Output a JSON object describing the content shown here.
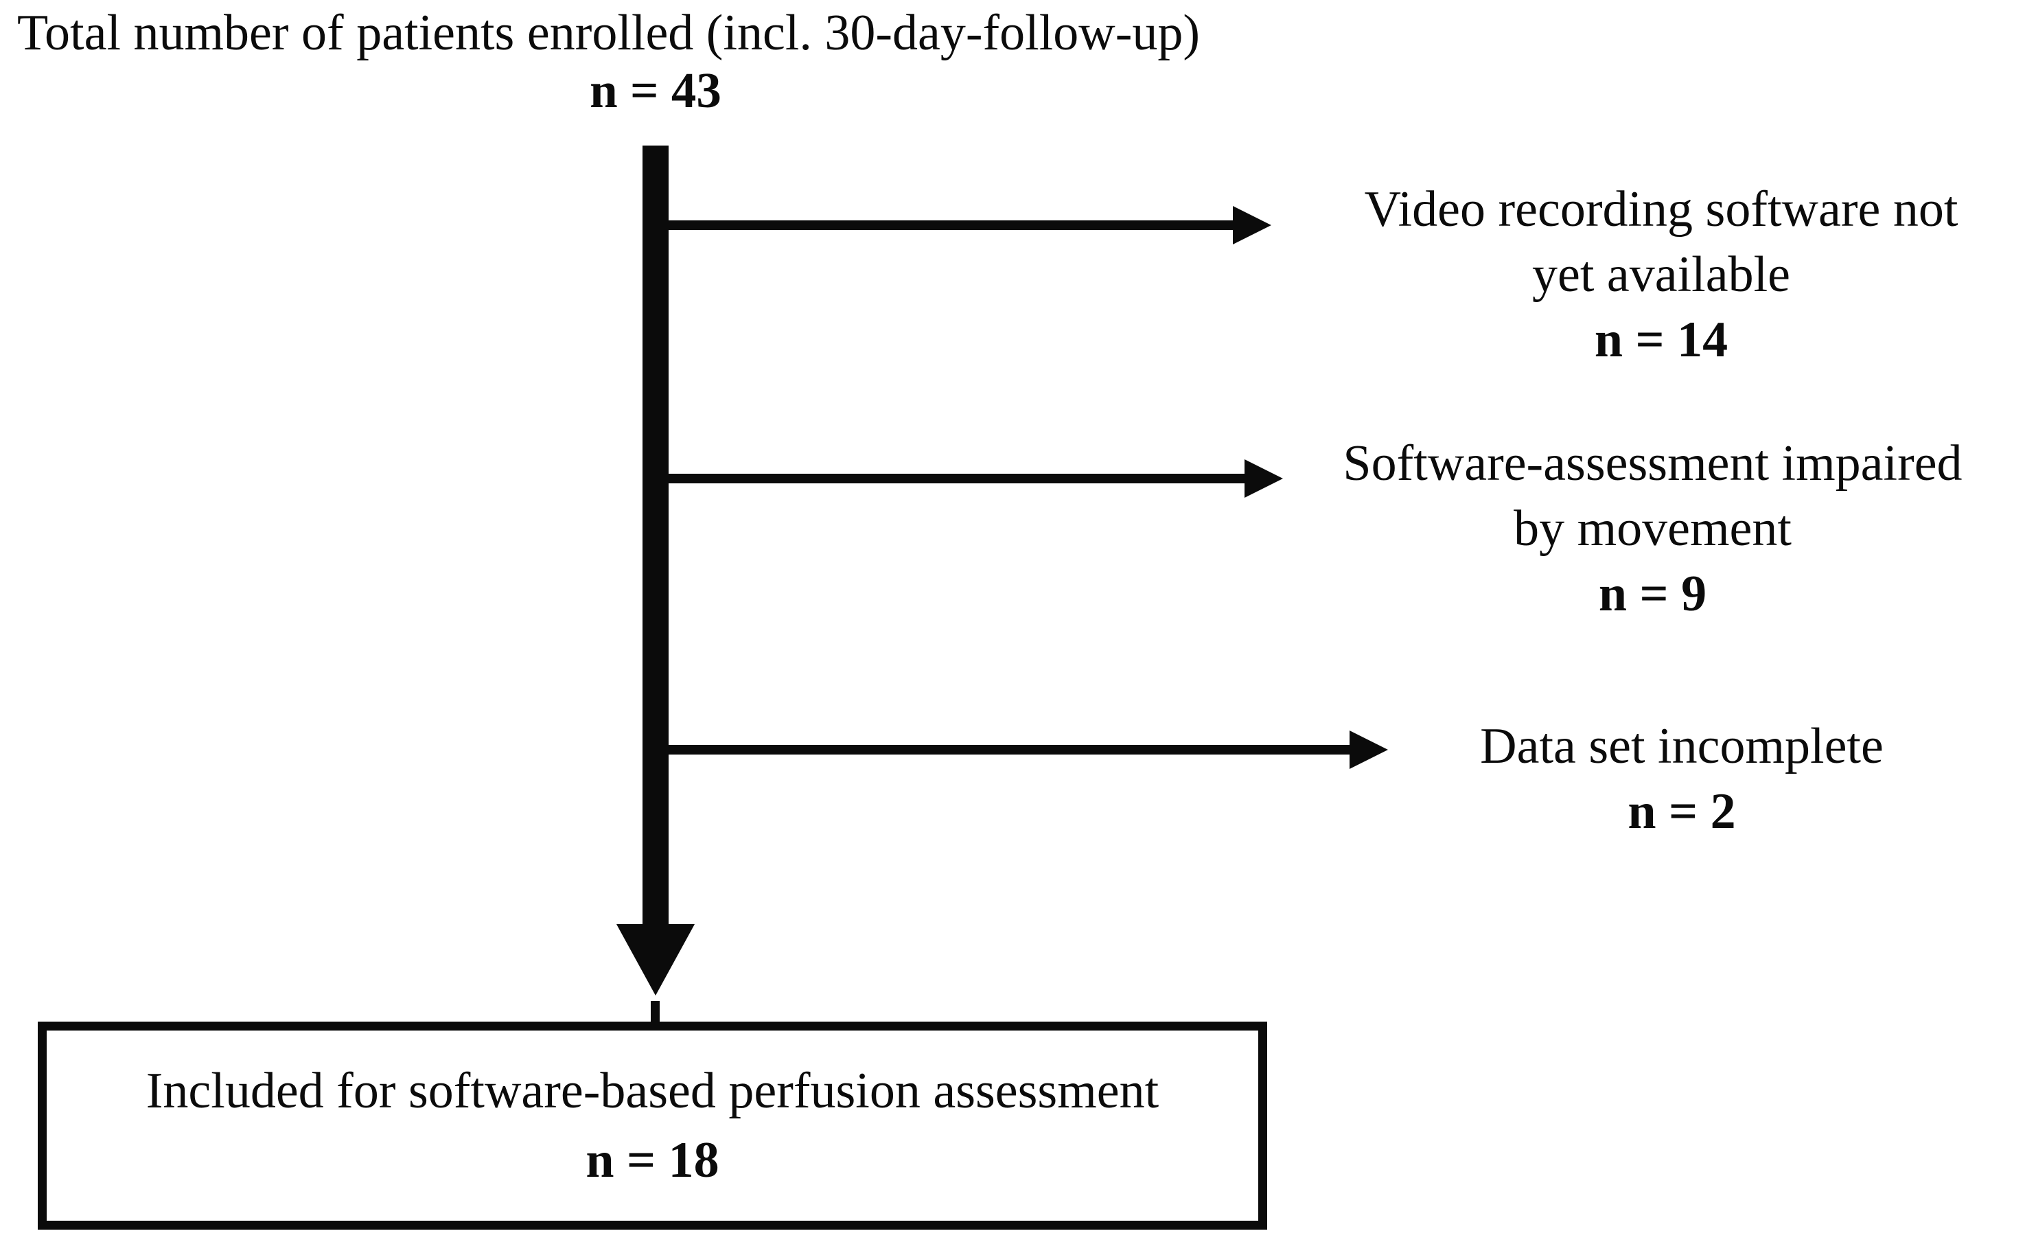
{
  "diagram": {
    "top": {
      "label": "Total number of patients enrolled (incl. 30-day-follow-up)",
      "count": "n = 43"
    },
    "exclusions": [
      {
        "line1": "Video recording software not",
        "line2": "yet available",
        "count": "n = 14"
      },
      {
        "line1": "Software-assessment impaired",
        "line2": "by movement",
        "count": "n = 9"
      },
      {
        "line1": "Data set incomplete",
        "count": "n = 2"
      }
    ],
    "included": {
      "label": "Included for software-based perfusion assessment",
      "count": "n = 18"
    },
    "colors": {
      "ink": "#0b0b0b",
      "background": "#ffffff"
    }
  }
}
